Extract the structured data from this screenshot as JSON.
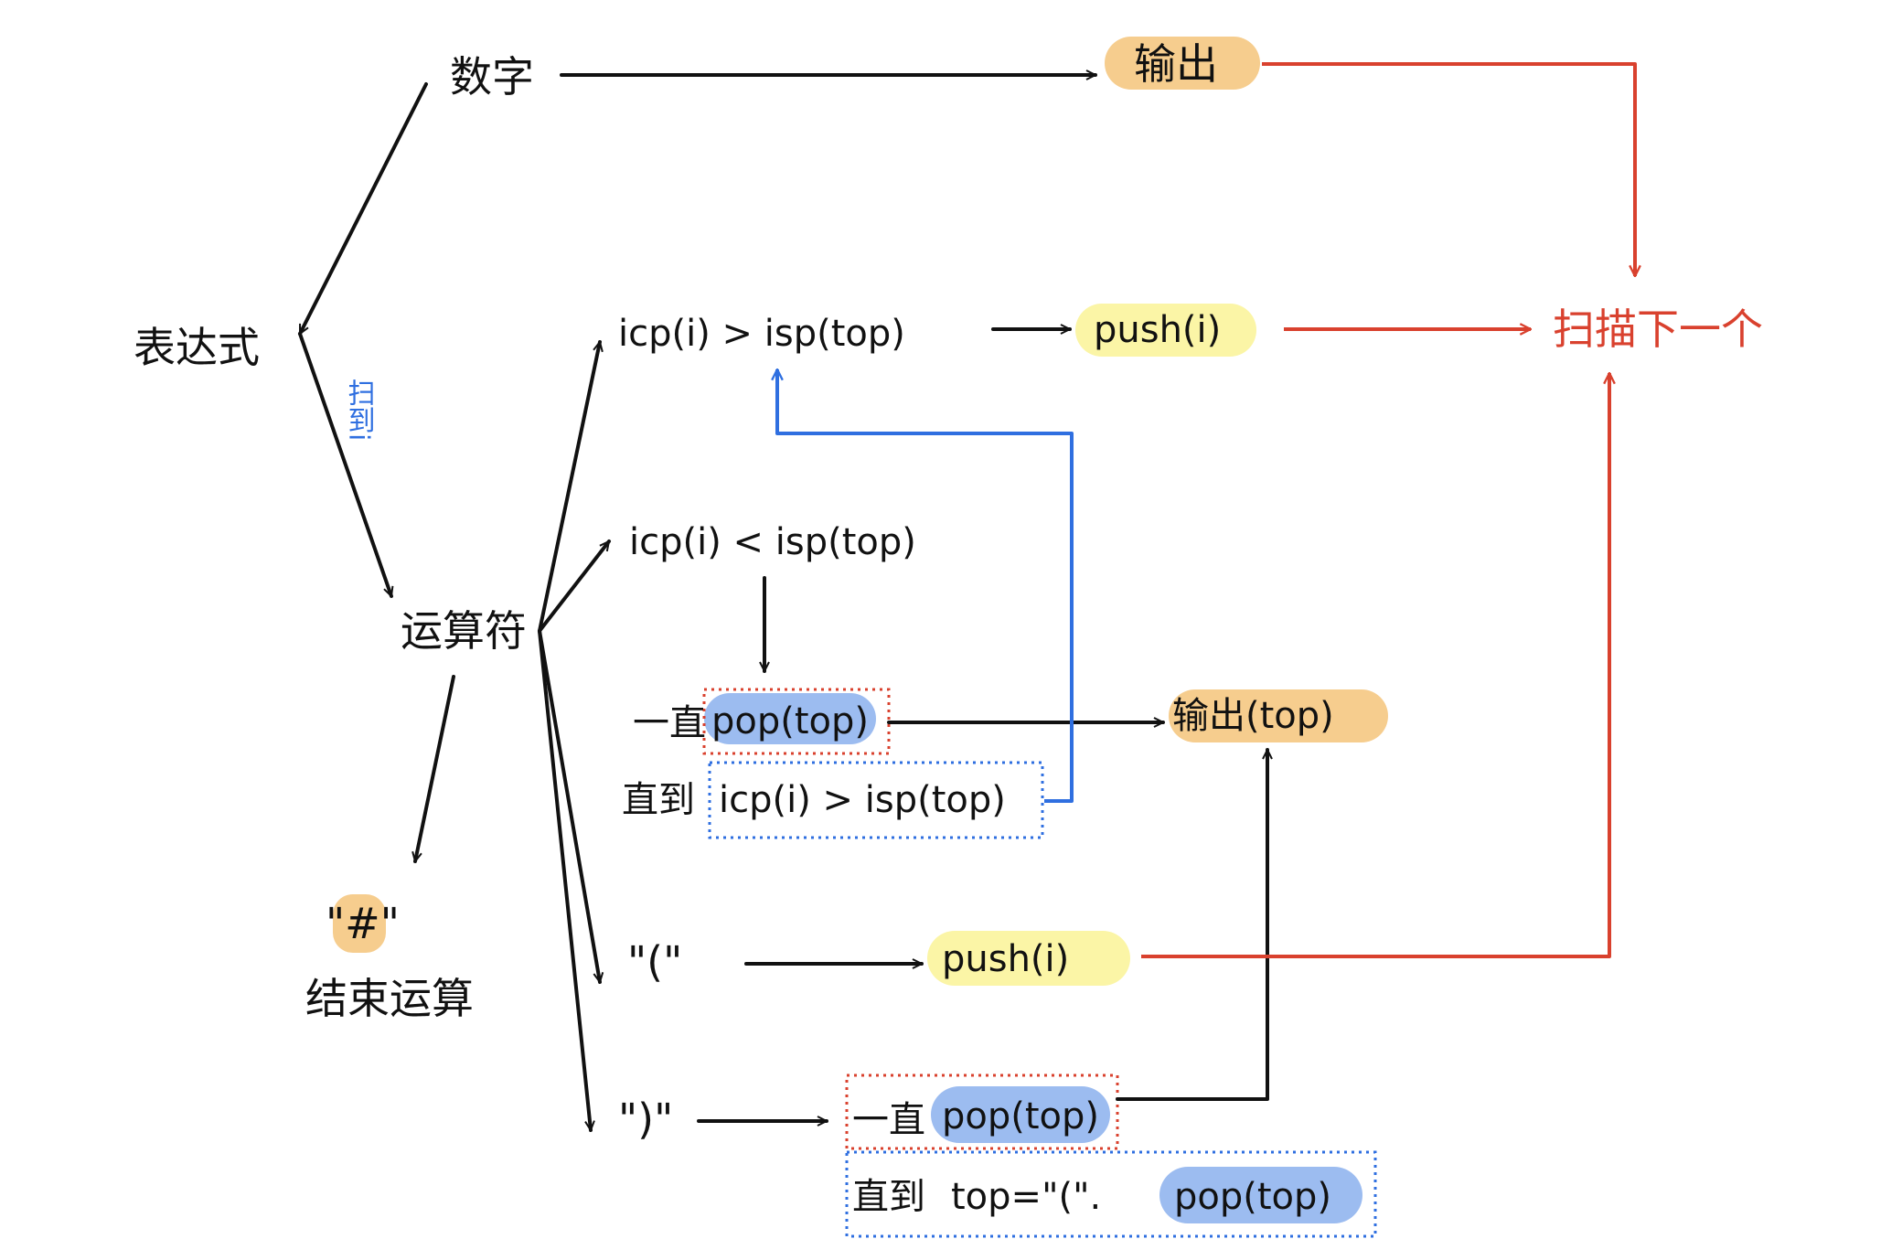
{
  "colors": {
    "ink": "#111111",
    "red": "#d9412e",
    "blue": "#2f6fe0",
    "orange_pill": "#f6cd8e",
    "yellow_pill": "#fbf5a6",
    "blue_pill": "#9cbcf0"
  },
  "nodes": {
    "expression": "表达式",
    "number": "数字",
    "operator": "运算符",
    "scan_i": "扫到i",
    "hash_symbol": "\"#\"",
    "end_calc": "结束运算",
    "output": "输出",
    "scan_next": "扫描下一个",
    "cond_greater": "icp(i) > isp(top)",
    "push_i_1": "push(i)",
    "cond_less": "icp(i) < isp(top)",
    "keep": "一直",
    "pop_top_1": "pop(top)",
    "until_1": "直到",
    "cond_until": "icp(i) > isp(top)",
    "output_top": "输出(top)",
    "open_paren": "\"(\"",
    "push_i_2": "push(i)",
    "close_paren": "\")\"",
    "keep_2": "一直",
    "pop_top_2": "pop(top)",
    "until_2": "直到",
    "cond_until_2": "top=\"(\".",
    "pop_top_3": "pop(top)"
  }
}
